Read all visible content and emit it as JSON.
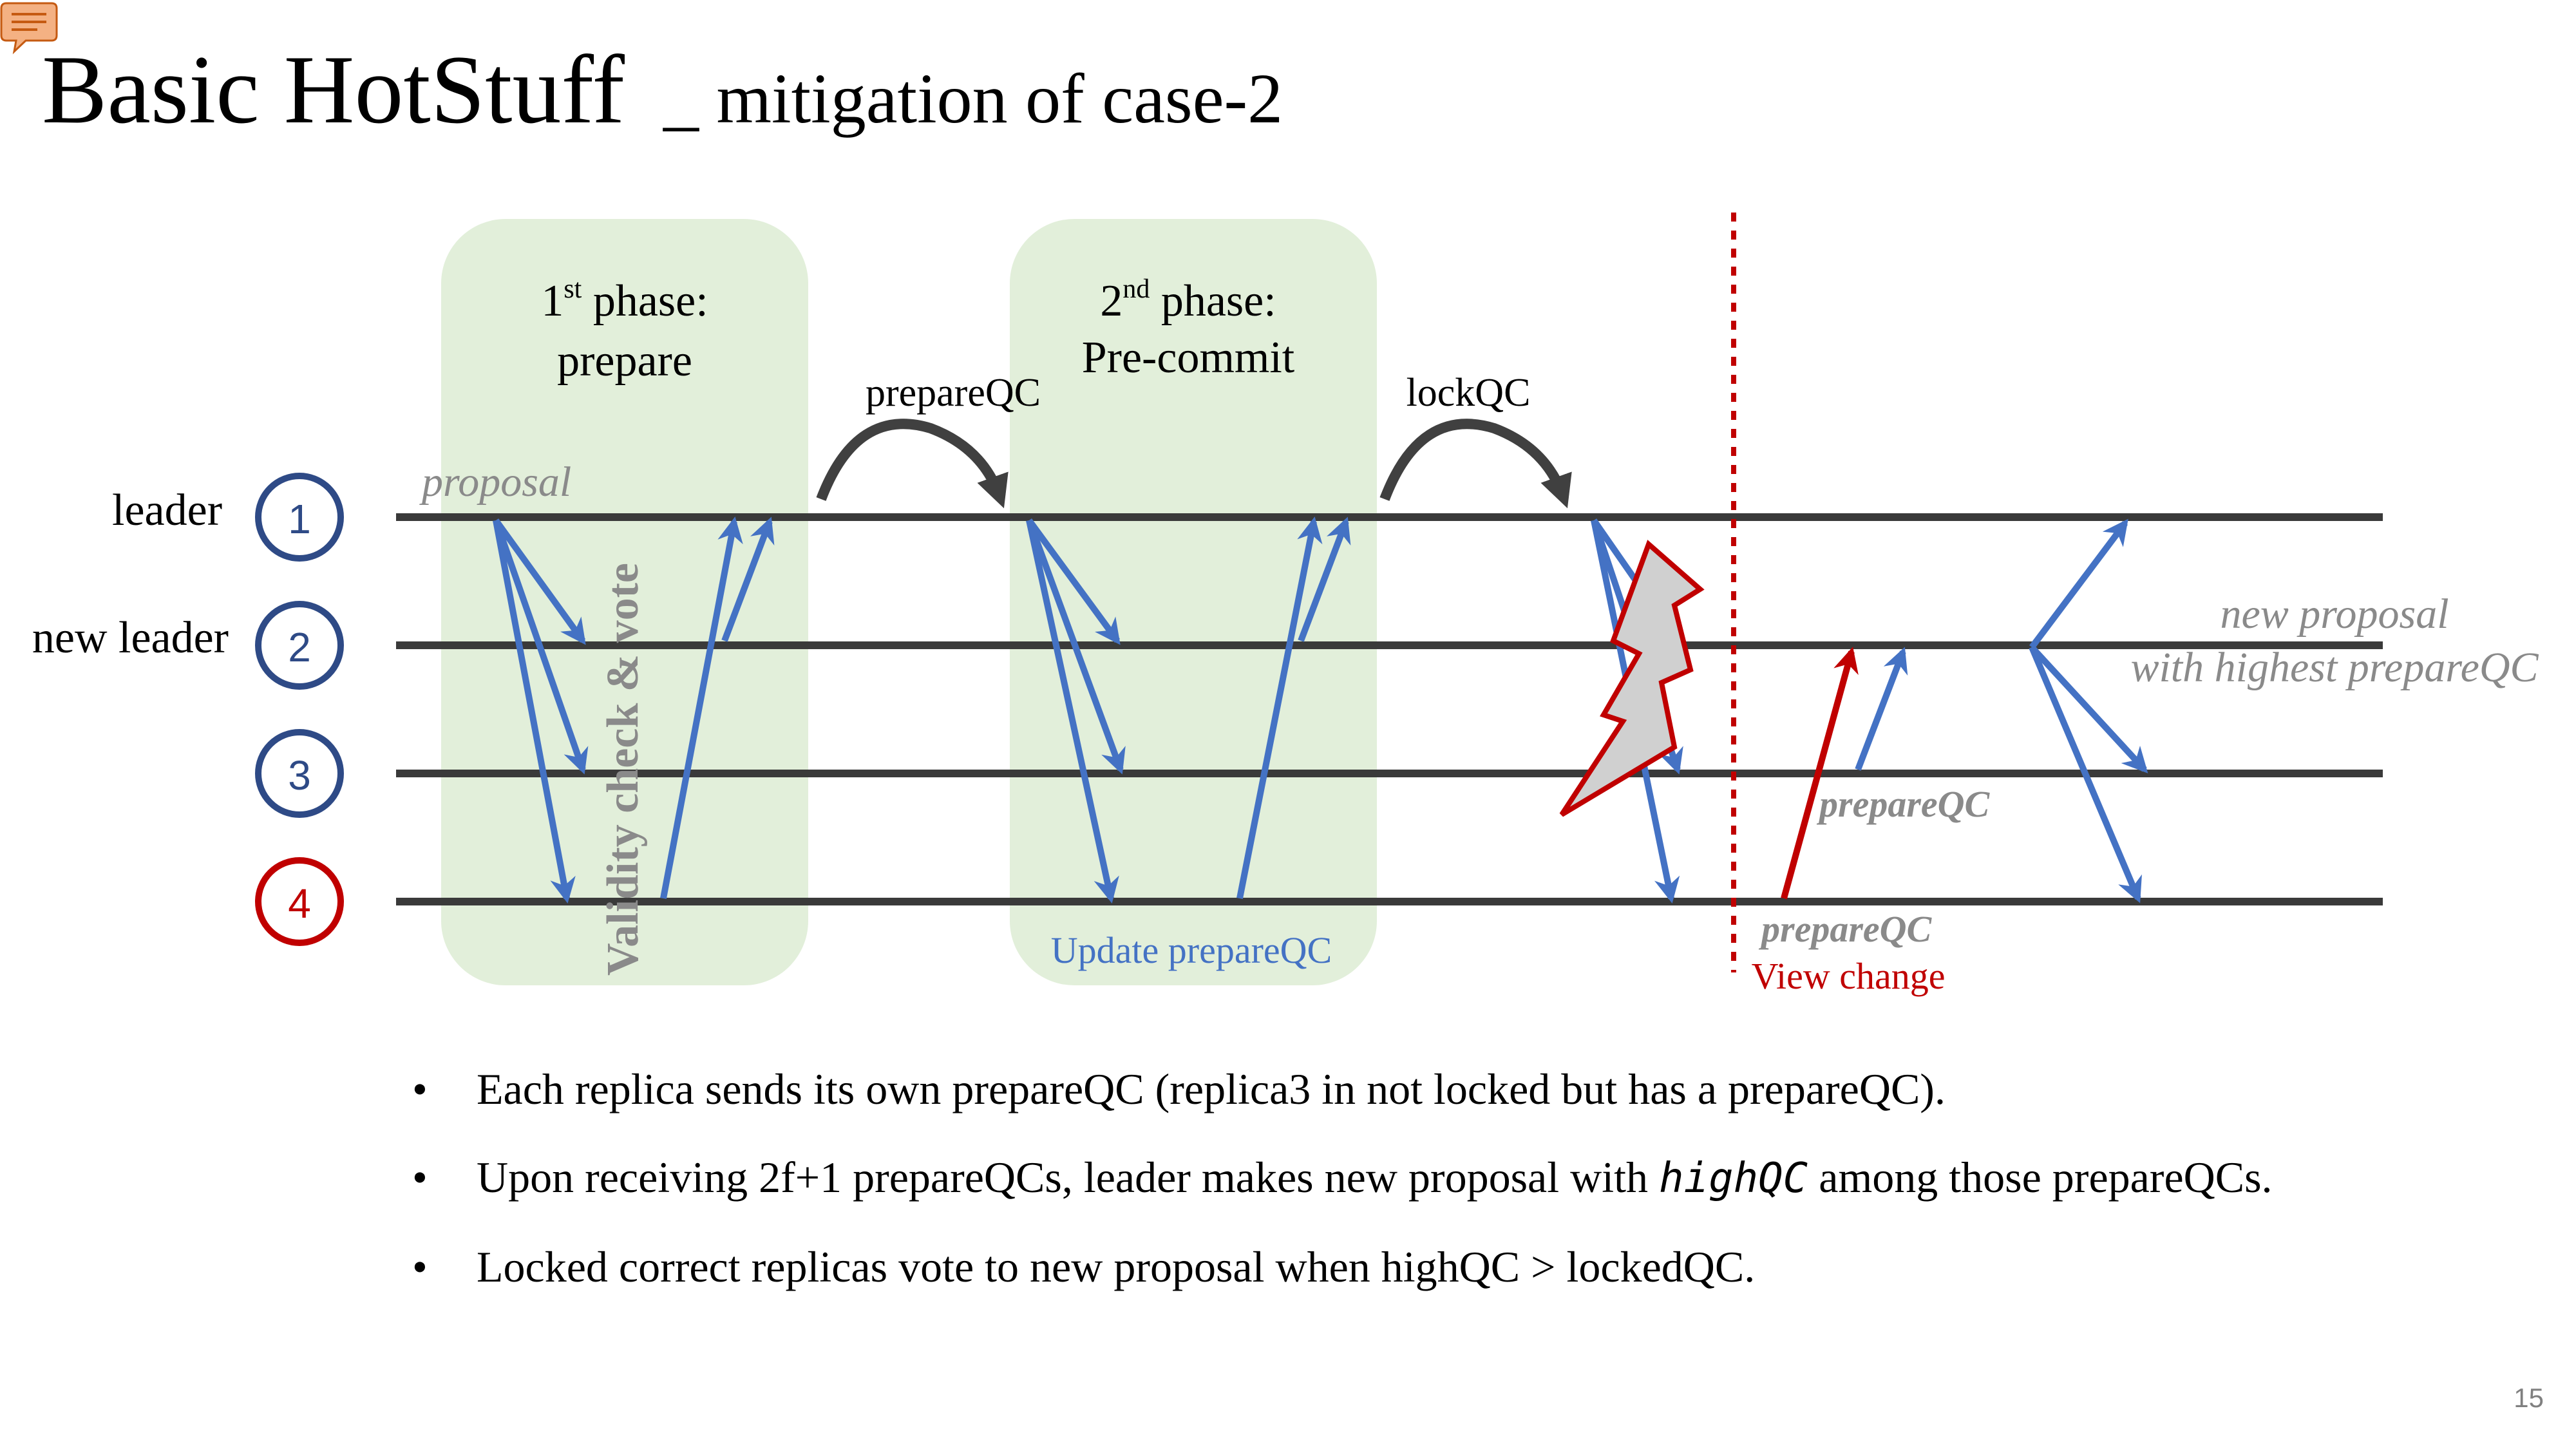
{
  "slide": {
    "title_main": "Basic HotStuff",
    "title_sub": "_ mitigation of case-2",
    "page_number": "15"
  },
  "phases": [
    {
      "number": "1",
      "ordinal_suffix": "st",
      "label": " phase:",
      "name": "prepare"
    },
    {
      "number": "2",
      "ordinal_suffix": "nd",
      "label": " phase:",
      "name": "Pre-commit"
    }
  ],
  "transitions": [
    "prepareQC",
    "lockQC"
  ],
  "replicas": [
    {
      "label": "leader",
      "number": "1",
      "color": "#2e4a86"
    },
    {
      "label": "new leader",
      "number": "2",
      "color": "#2e4a86"
    },
    {
      "label": "",
      "number": "3",
      "color": "#2e4a86"
    },
    {
      "label": "",
      "number": "4",
      "color": "#c00000"
    }
  ],
  "annotations": {
    "proposal": "proposal",
    "validity": "Validity check & vote",
    "update_prepareqc": "Update prepareQC",
    "view_change": "View change",
    "prepareqc_3": "prepareQC",
    "prepareqc_4": "prepareQC",
    "new_proposal_line1": "new proposal",
    "new_proposal_line2": "with highest prepareQC"
  },
  "colors": {
    "phase_box": "#e2efda",
    "message_arrow": "#4472c4",
    "faulty": "#c00000",
    "timeline": "#3a3a3a",
    "note_gray": "#8a8a8a"
  },
  "icons": {
    "comment": "comment-icon",
    "lightning": "lightning-icon"
  },
  "bullets": [
    {
      "text": "Each replica sends its own prepareQC (replica3 in not locked but has a prepareQC)."
    },
    {
      "before": "Upon receiving 2f+1 prepareQCs, leader makes new proposal with ",
      "code": "highQC",
      "after": " among those prepareQCs."
    },
    {
      "text": "Locked correct replicas vote to new proposal when highQC > lockedQC."
    }
  ]
}
